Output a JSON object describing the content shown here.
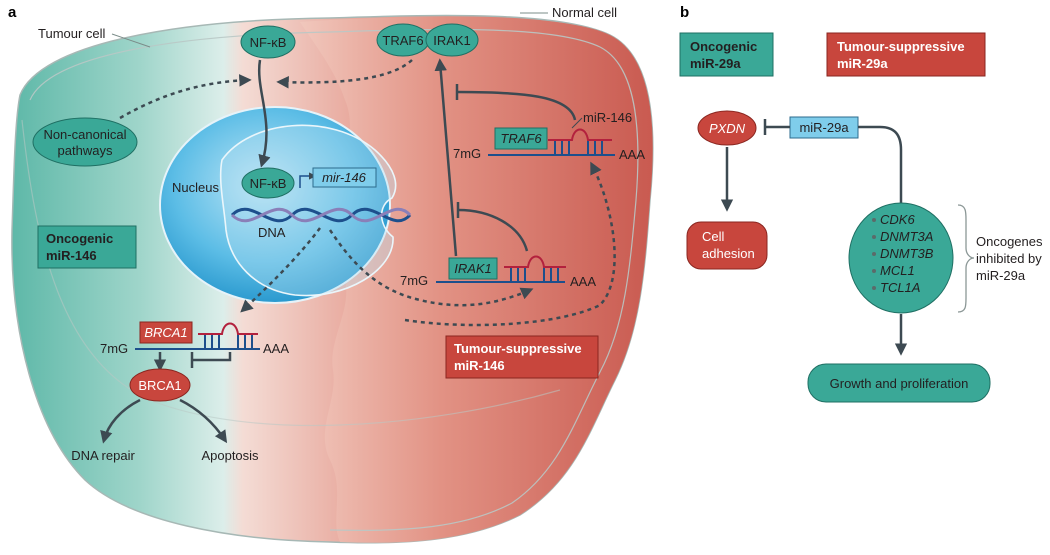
{
  "panels": {
    "a": "a",
    "b": "b"
  },
  "panel_a": {
    "tumour_cell_label": "Tumour cell",
    "normal_cell_label": "Normal cell",
    "nfkb_top": "NF-κB",
    "traf6_protein": "TRAF6",
    "irak1_protein": "IRAK1",
    "non_canonical": [
      "Non-canonical",
      "pathways"
    ],
    "nucleus": "Nucleus",
    "nfkb_nucleus": "NF-κB",
    "mir146_gene": "mir-146",
    "dna": "DNA",
    "oncogenic_box": [
      "Oncogenic",
      "miR-146"
    ],
    "traf6_mrna": {
      "cap": "7mG",
      "gene": "TRAF6",
      "tail": "AAA",
      "mirna": "miR-146"
    },
    "irak1_mrna": {
      "cap": "7mG",
      "gene": "IRAK1",
      "tail": "AAA"
    },
    "brca1_mrna": {
      "cap": "7mG",
      "gene": "BRCA1",
      "tail": "AAA"
    },
    "brca1_protein": "BRCA1",
    "dna_repair": "DNA repair",
    "apoptosis": "Apoptosis",
    "suppressive_box": [
      "Tumour-suppressive",
      "miR-146"
    ]
  },
  "panel_b": {
    "oncogenic_box": [
      "Oncogenic",
      "miR-29a"
    ],
    "suppressive_box": [
      "Tumour-suppressive",
      "miR-29a"
    ],
    "pxdn": "PXDN",
    "mir29a": "miR-29a",
    "cell_adhesion": [
      "Cell",
      "adhesion"
    ],
    "oncogenes": [
      "CDK6",
      "DNMT3A",
      "DNMT3B",
      "MCL1",
      "TCL1A"
    ],
    "oncogenes_caption": [
      "Oncogenes",
      "inhibited by",
      "miR-29a"
    ],
    "growth": "Growth and proliferation"
  },
  "colors": {
    "teal": "#2f9a8c",
    "red": "#c8463d",
    "nucleus_blue": "#2aa3d8",
    "arrow": "#3d4a52",
    "light_blue_box": "#7fcdeb"
  }
}
